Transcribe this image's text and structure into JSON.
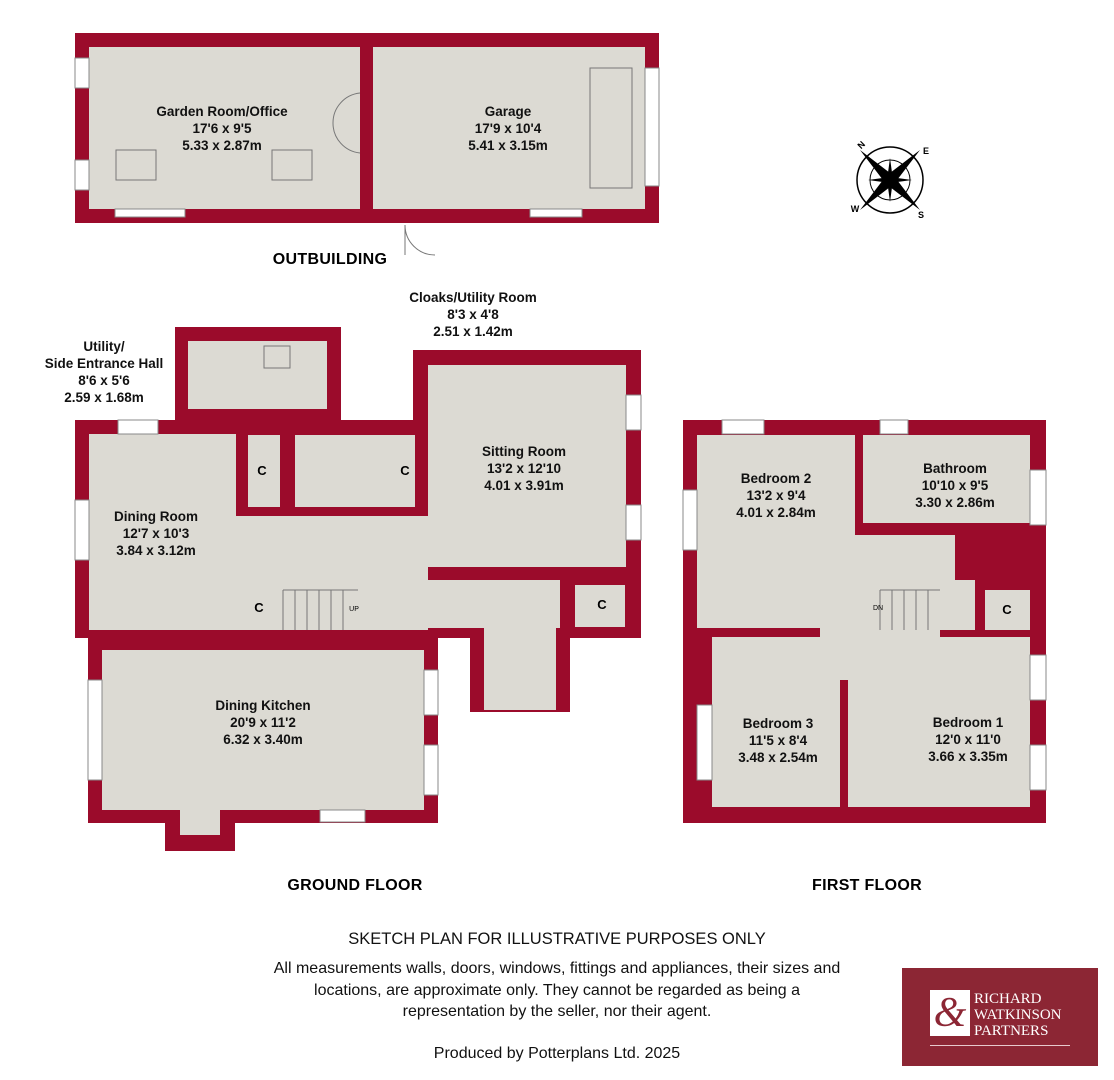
{
  "colors": {
    "wall": "#9b0b2b",
    "floor": "#dcdad3",
    "logo_bg": "#8c2634"
  },
  "outbuilding": {
    "title": "OUTBUILDING",
    "rooms": [
      {
        "name": "Garden Room/Office",
        "imperial": "17'6 x 9'5",
        "metric": "5.33 x 2.87m"
      },
      {
        "name": "Garage",
        "imperial": "17'9 x 10'4",
        "metric": "5.41 x 3.15m"
      }
    ]
  },
  "ground_floor": {
    "title": "GROUND FLOOR",
    "rooms": [
      {
        "name_line1": "Utility/",
        "name_line2": "Side Entrance Hall",
        "imperial": "8'6 x 5'6",
        "metric": "2.59 x 1.68m"
      },
      {
        "name": "Cloaks/Utility Room",
        "imperial": "8'3 x 4'8",
        "metric": "2.51 x 1.42m"
      },
      {
        "name": "Sitting Room",
        "imperial": "13'2 x 12'10",
        "metric": "4.01 x 3.91m"
      },
      {
        "name": "Dining Room",
        "imperial": "12'7 x 10'3",
        "metric": "3.84 x 3.12m"
      },
      {
        "name": "Dining Kitchen",
        "imperial": "20'9 x 11'2",
        "metric": "6.32 x 3.40m"
      }
    ],
    "cupboard": "C",
    "stairs": "UP"
  },
  "first_floor": {
    "title": "FIRST FLOOR",
    "rooms": [
      {
        "name": "Bedroom 2",
        "imperial": "13'2 x 9'4",
        "metric": "4.01 x 2.84m"
      },
      {
        "name": "Bathroom",
        "imperial": "10'10 x 9'5",
        "metric": "3.30 x 2.86m"
      },
      {
        "name": "Bedroom 3",
        "imperial": "11'5 x 8'4",
        "metric": "3.48 x 2.54m"
      },
      {
        "name": "Bedroom 1",
        "imperial": "12'0 x 11'0",
        "metric": "3.66 x 3.35m"
      }
    ],
    "cupboard": "C",
    "stairs": "DN"
  },
  "compass": {
    "n": "N",
    "e": "E",
    "s": "S",
    "w": "W"
  },
  "disclaimer": {
    "heading": "SKETCH PLAN FOR ILLUSTRATIVE PURPOSES ONLY",
    "line1": "All measurements walls, doors, windows, fittings and appliances, their sizes and",
    "line2": "locations, are approximate only. They cannot be regarded as being a",
    "line3": "representation by the seller, nor their agent.",
    "produced": "Produced by Potterplans Ltd. 2025"
  },
  "logo": {
    "amp": "&",
    "line1": "RICHARD",
    "line2": "WATKINSON",
    "line3": "PARTNERS"
  }
}
